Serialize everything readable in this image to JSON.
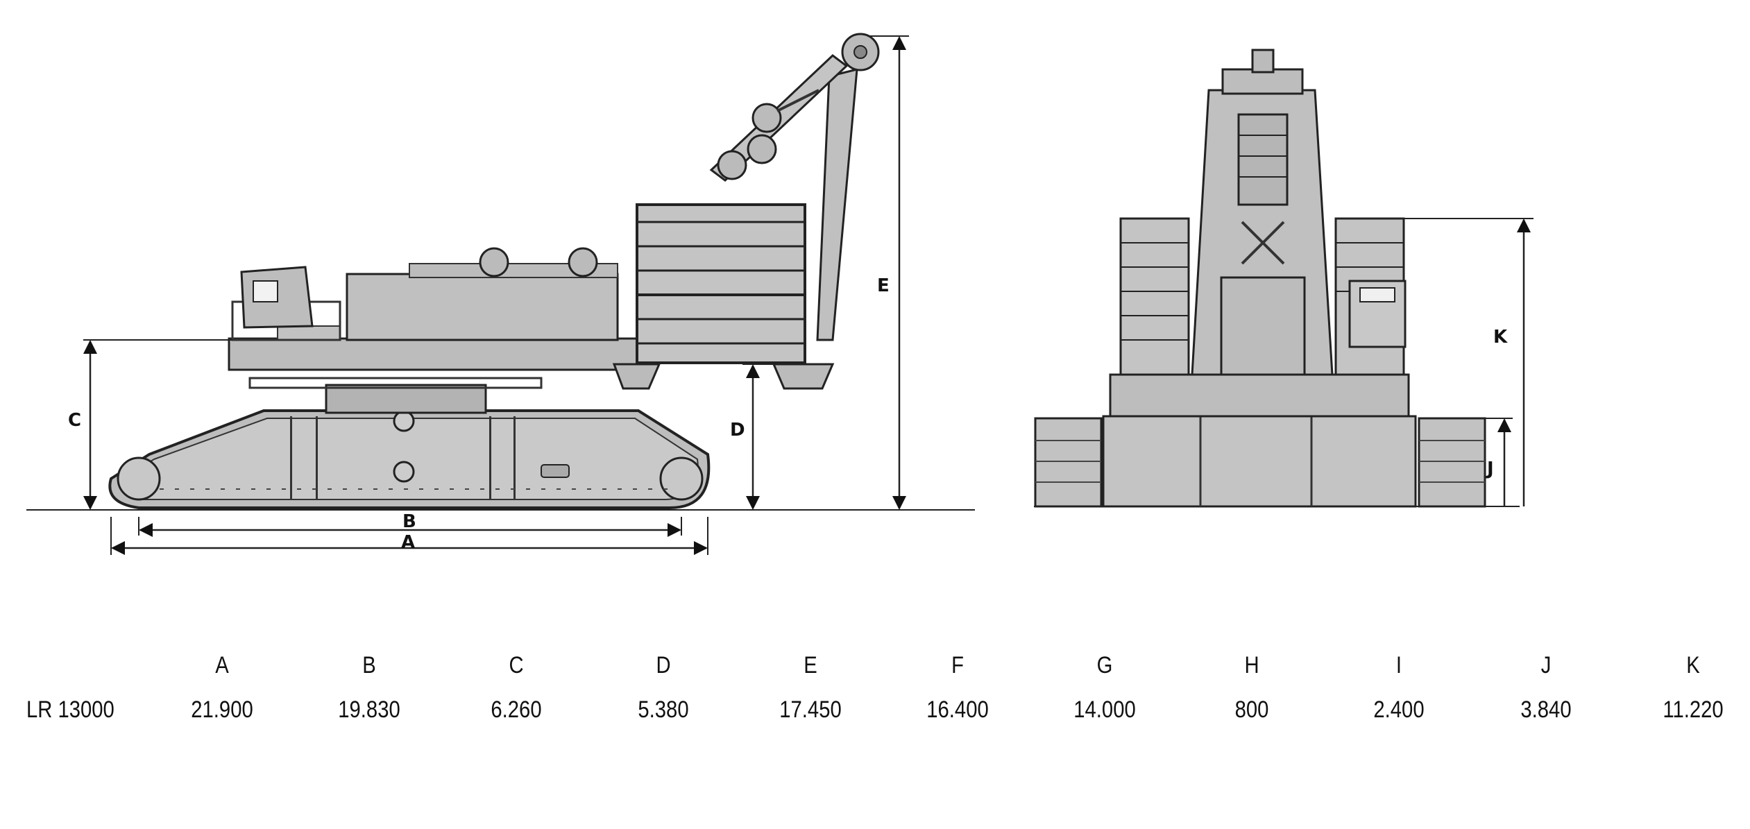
{
  "dimension_labels": {
    "side": [
      "A",
      "B",
      "C",
      "D",
      "E"
    ],
    "front": [
      "K",
      "J"
    ]
  },
  "table": {
    "headers": [
      "A",
      "B",
      "C",
      "D",
      "E",
      "F",
      "G",
      "H",
      "I",
      "J",
      "K"
    ],
    "rows": [
      {
        "model": "LR 13000",
        "values": [
          "21.900",
          "19.830",
          "6.260",
          "5.380",
          "17.450",
          "16.400",
          "14.000",
          "800",
          "2.400",
          "3.840",
          "11.220"
        ]
      }
    ]
  }
}
